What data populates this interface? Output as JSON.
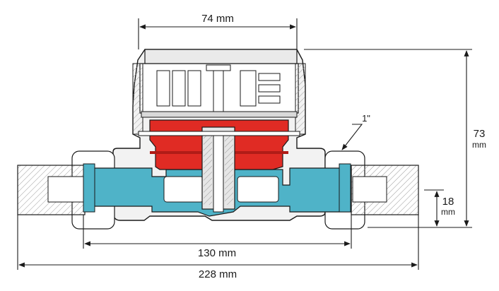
{
  "dimensions": {
    "top_width": "74 mm",
    "total_height_value": "73",
    "total_height_unit": "mm",
    "thread_label": "1\"",
    "axis_height_value": "18",
    "axis_height_unit": "mm",
    "body_length": "130 mm",
    "total_length": "228 mm"
  },
  "colors": {
    "background": "#ffffff",
    "line": "#1a1a1a",
    "housing_fill": "#f2f2f2",
    "flow_channel_blue": "#4fb3c8",
    "chamber_red": "#e02b24",
    "hatch_gray": "#9a9a9a"
  }
}
